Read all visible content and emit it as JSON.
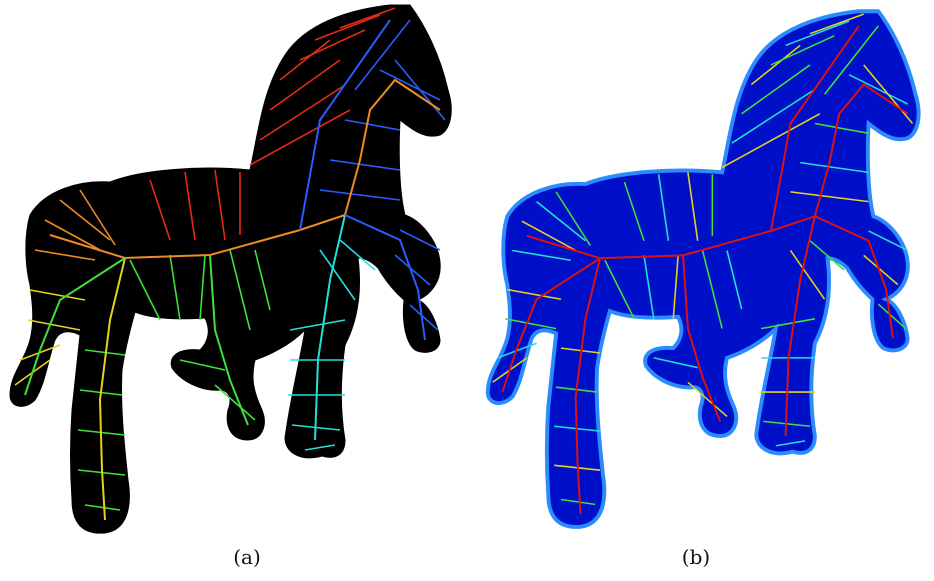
{
  "figure": {
    "panels": [
      {
        "caption": "(a)",
        "fill_color": "#000000",
        "outline_color": "#000000",
        "skeleton_style": "segment-rainbow"
      },
      {
        "caption": "(b)",
        "fill_color": "#0010c8",
        "outline_color": "#2b8cff",
        "skeleton_style": "depth-heat",
        "main_axis_color": "#e01010"
      }
    ],
    "colors": {
      "red": "#e42b14",
      "orange": "#f08a24",
      "yellow": "#e6d21e",
      "green": "#3fe03a",
      "cyan": "#22e0d8",
      "blue": "#2a5cff",
      "deep_blue": "#1a2bf0"
    }
  }
}
